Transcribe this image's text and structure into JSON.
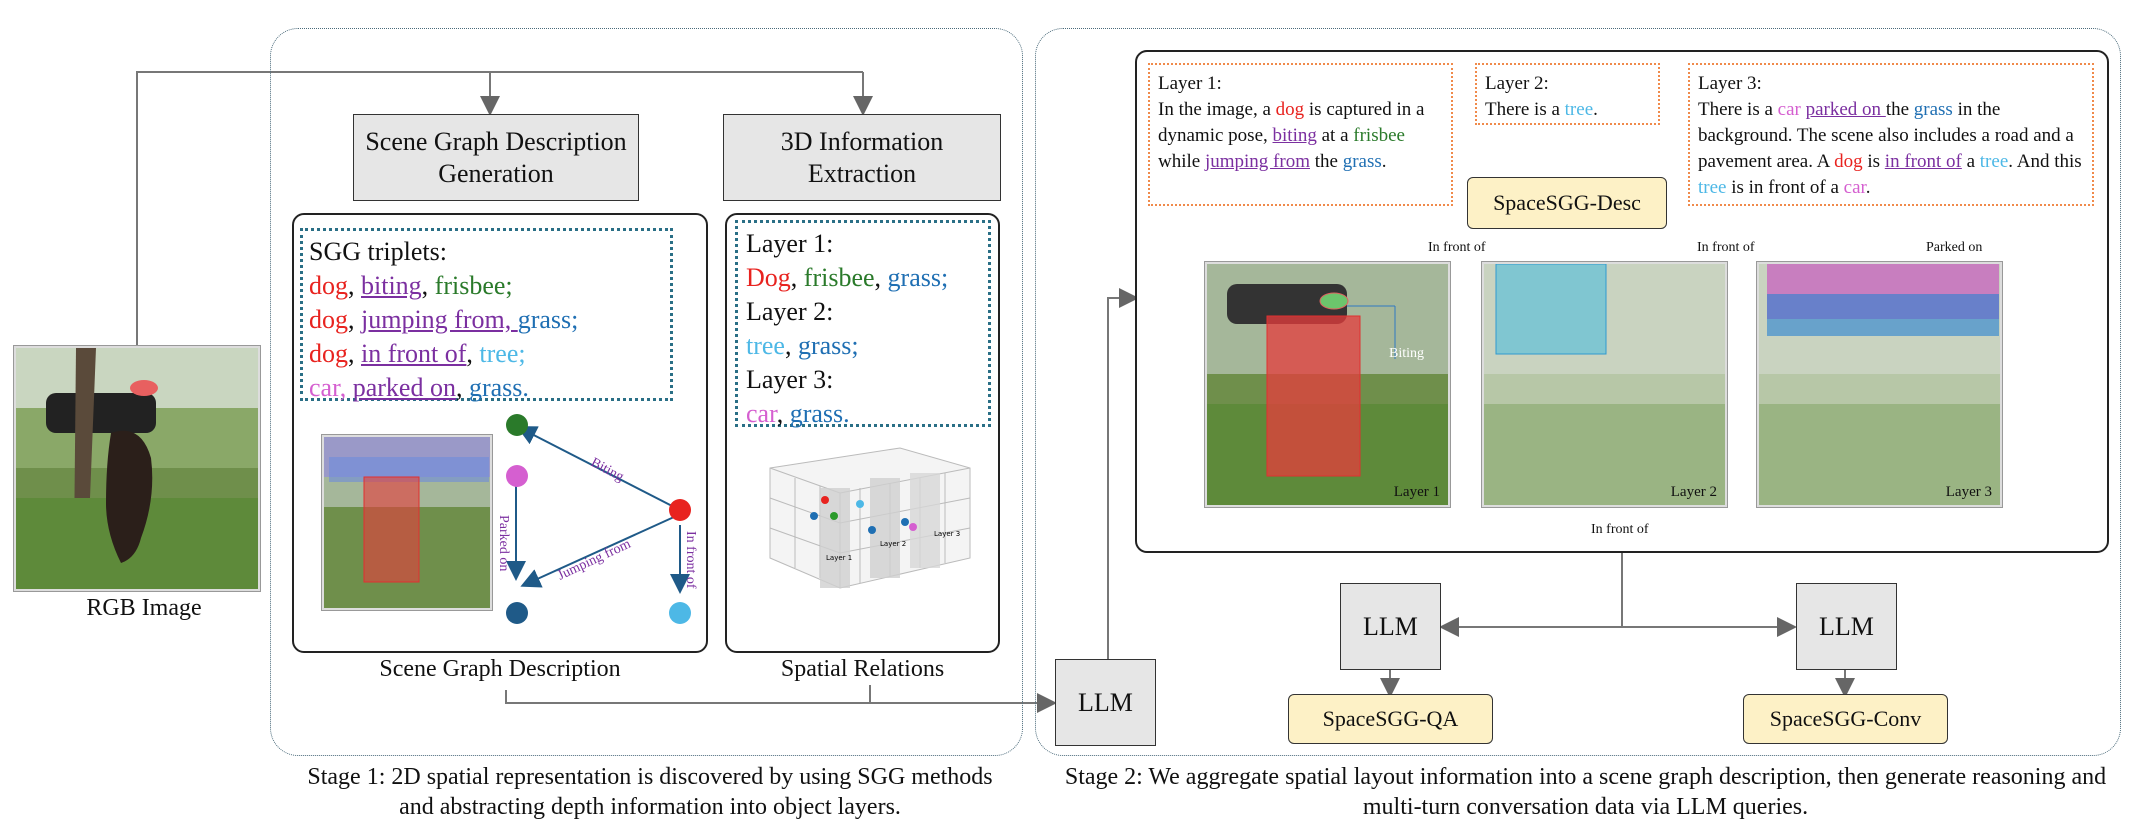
{
  "rgb": {
    "caption": "RGB Image"
  },
  "stage1": {
    "box_sgg": "Scene Graph Description Generation",
    "box_3d": "3D Information Extraction",
    "sgg_title": "SGG triplets:",
    "triplets": [
      [
        {
          "t": "dog",
          "c": "red"
        },
        {
          "t": ", ",
          "c": ""
        },
        {
          "t": "biting",
          "c": "purple"
        },
        {
          "t": ", ",
          "c": ""
        },
        {
          "t": "frisbee;",
          "c": "green"
        }
      ],
      [
        {
          "t": "dog",
          "c": "red"
        },
        {
          "t": ", ",
          "c": ""
        },
        {
          "t": "jumping from, ",
          "c": "purple"
        },
        {
          "t": "grass;",
          "c": "blue"
        }
      ],
      [
        {
          "t": "dog",
          "c": "red"
        },
        {
          "t": ", ",
          "c": ""
        },
        {
          "t": "in front of",
          "c": "purple"
        },
        {
          "t": ", ",
          "c": ""
        },
        {
          "t": "tree;",
          "c": "cyan"
        }
      ],
      [
        {
          "t": "car, ",
          "c": "pink"
        },
        {
          "t": "parked on",
          "c": "purple"
        },
        {
          "t": ", ",
          "c": ""
        },
        {
          "t": "grass.",
          "c": "blue"
        }
      ]
    ],
    "layers": [
      {
        "label": "Layer 1:",
        "items": [
          {
            "t": "Dog",
            "c": "red"
          },
          {
            "t": ", ",
            "c": ""
          },
          {
            "t": "frisbee",
            "c": "green"
          },
          {
            "t": ", ",
            "c": ""
          },
          {
            "t": "grass;",
            "c": "blue"
          }
        ]
      },
      {
        "label": "Layer 2:",
        "items": [
          {
            "t": "tree",
            "c": "cyan"
          },
          {
            "t": ", ",
            "c": ""
          },
          {
            "t": "grass;",
            "c": "blue"
          }
        ]
      },
      {
        "label": "Layer 3:",
        "items": [
          {
            "t": "car",
            "c": "pink"
          },
          {
            "t": ", ",
            "c": ""
          },
          {
            "t": "grass.",
            "c": "blue"
          }
        ]
      }
    ],
    "graph_edges": [
      "Biting",
      "Parked on",
      "Jumping from",
      "In front of"
    ],
    "plot_layers": [
      "Layer 1",
      "Layer 2",
      "Layer 3"
    ],
    "caption_sgd": "Scene Graph Description",
    "caption_spatial": "Spatial Relations",
    "llm": "LLM",
    "stage_caption": "Stage 1: 2D spatial representation is discovered by using SGG methods and abstracting depth information into object layers."
  },
  "stage2": {
    "layer1_title": "Layer 1:",
    "layer1": [
      {
        "t": "In the image, a ",
        "c": ""
      },
      {
        "t": "dog",
        "c": "red"
      },
      {
        "t": " is captured in a dynamic pose, ",
        "c": ""
      },
      {
        "t": "biting",
        "c": "purple"
      },
      {
        "t": " at a ",
        "c": ""
      },
      {
        "t": "frisbee",
        "c": "green"
      },
      {
        "t": " while ",
        "c": ""
      },
      {
        "t": "jumping from",
        "c": "purple"
      },
      {
        "t": " the ",
        "c": ""
      },
      {
        "t": "grass",
        "c": "blue"
      },
      {
        "t": ".",
        "c": ""
      }
    ],
    "layer2_title": "Layer 2:",
    "layer2": [
      {
        "t": "There is a ",
        "c": ""
      },
      {
        "t": "tree",
        "c": "cyan"
      },
      {
        "t": ".",
        "c": ""
      }
    ],
    "layer3_title": "Layer 3:",
    "layer3": [
      {
        "t": "There is a ",
        "c": ""
      },
      {
        "t": "car",
        "c": "pink"
      },
      {
        "t": " ",
        "c": ""
      },
      {
        "t": "parked on ",
        "c": "purple"
      },
      {
        "t": "the ",
        "c": ""
      },
      {
        "t": "grass",
        "c": "blue"
      },
      {
        "t": " in the background. The scene also includes a road and a pavement area. A ",
        "c": ""
      },
      {
        "t": "dog",
        "c": "red"
      },
      {
        "t": " is ",
        "c": ""
      },
      {
        "t": "in front of",
        "c": "purple"
      },
      {
        "t": " a ",
        "c": ""
      },
      {
        "t": "tree",
        "c": "cyan"
      },
      {
        "t": ". And this ",
        "c": ""
      },
      {
        "t": "tree",
        "c": "cyan"
      },
      {
        "t": " is in front of a ",
        "c": ""
      },
      {
        "t": "car",
        "c": "pink"
      },
      {
        "t": ".",
        "c": ""
      }
    ],
    "desc": "SpaceSGG-Desc",
    "rel_top1": "In front of",
    "rel_top2": "In front of",
    "rel_top3": "Parked on",
    "rel_biting": "Biting",
    "rel_bottom": "In front of",
    "img_labels": [
      "Layer 1",
      "Layer 2",
      "Layer 3"
    ],
    "llm_left": "LLM",
    "llm_right": "LLM",
    "qa": "SpaceSGG-QA",
    "conv": "SpaceSGG-Conv",
    "stage_caption": "Stage 2: We aggregate spatial layout information into a scene graph description, then generate reasoning and multi-turn conversation data via LLM queries."
  }
}
